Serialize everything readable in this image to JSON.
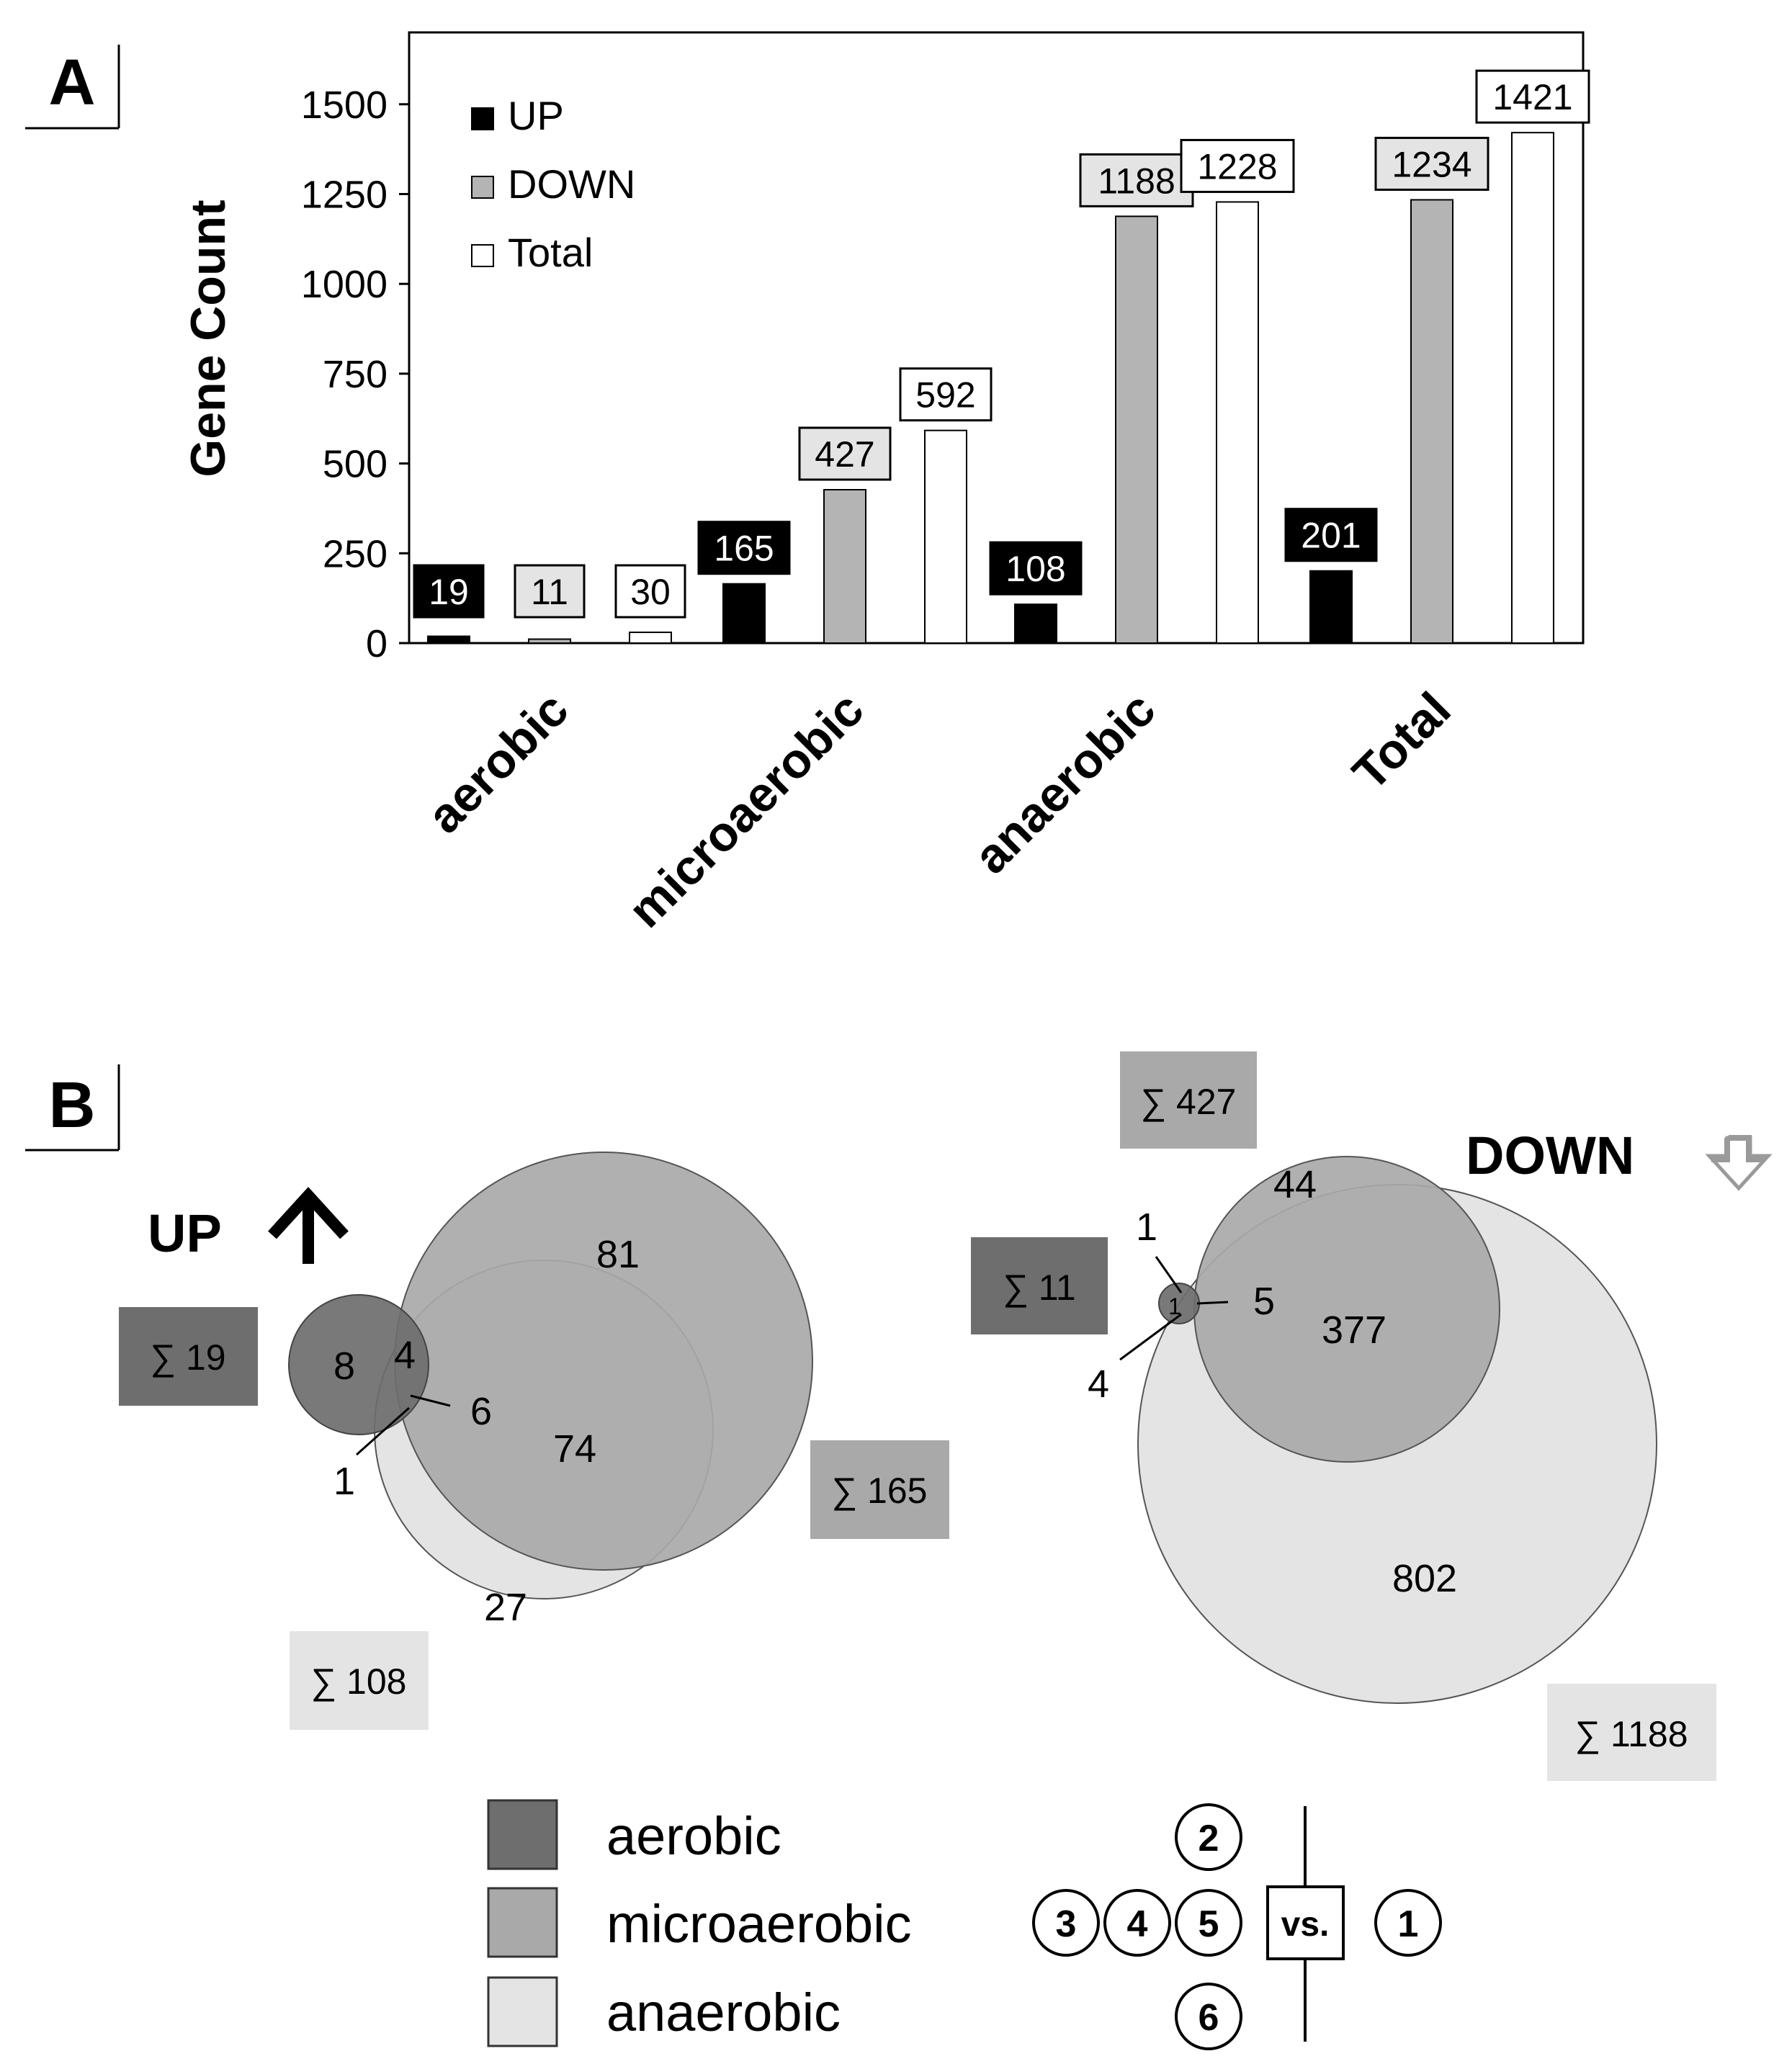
{
  "panel_a": {
    "letter": "A"
  },
  "panel_b": {
    "letter": "B"
  },
  "colors": {
    "up": "#000000",
    "down": "#b4b4b4",
    "total": "#ffffff",
    "aerobic": "#6e6e6e",
    "microaerobic": "#a9a9a9",
    "anaerobic": "#e4e4e4"
  },
  "chart_data": [
    {
      "type": "bar",
      "ylabel": "Gene Count",
      "xlabel": "",
      "ylim": [
        0,
        1700
      ],
      "yticks": [
        "0",
        "250",
        "500",
        "750",
        "1000",
        "1250",
        "1500"
      ],
      "categories": [
        "aerobic",
        "microaerobic",
        "anaerobic",
        "Total"
      ],
      "legend_position": "top-left",
      "series": [
        {
          "name": "UP",
          "values": [
            19,
            165,
            108,
            201
          ]
        },
        {
          "name": "DOWN",
          "values": [
            11,
            427,
            1188,
            1234
          ]
        },
        {
          "name": "Total",
          "values": [
            30,
            592,
            1228,
            1421
          ]
        }
      ],
      "data_labels": [
        [
          "19",
          "11",
          "30"
        ],
        [
          "165",
          "427",
          "592"
        ],
        [
          "108",
          "1188",
          "1228"
        ],
        [
          "201",
          "1234",
          "1421"
        ]
      ]
    },
    {
      "type": "venn",
      "title": "UP",
      "sets": [
        {
          "name": "aerobic",
          "sum_label": "∑ 19"
        },
        {
          "name": "microaerobic",
          "sum_label": "∑ 165"
        },
        {
          "name": "anaerobic",
          "sum_label": "∑ 108"
        }
      ],
      "regions": {
        "aerobic_only": "8",
        "aerobic_microaerobic": "4",
        "aerobic_microaerobic_anaerobic": "6",
        "aerobic_anaerobic": "1",
        "microaerobic_only": "81",
        "microaerobic_anaerobic": "74",
        "anaerobic_only": "27"
      }
    },
    {
      "type": "venn",
      "title": "DOWN",
      "sets": [
        {
          "name": "aerobic",
          "sum_label": "∑ 11"
        },
        {
          "name": "microaerobic",
          "sum_label": "∑ 427"
        },
        {
          "name": "anaerobic",
          "sum_label": "∑ 1188"
        }
      ],
      "regions": {
        "aerobic_only": "1",
        "aerobic_microaerobic": "1",
        "aerobic_microaerobic_anaerobic": "5",
        "aerobic_anaerobic": "4",
        "microaerobic_only": "44",
        "microaerobic_anaerobic": "377",
        "anaerobic_only": "802"
      }
    }
  ],
  "legend_b": {
    "items": [
      "aerobic",
      "microaerobic",
      "anaerobic"
    ]
  },
  "comparison": {
    "top": "2",
    "middle": [
      "3",
      "4",
      "5"
    ],
    "bottom": "6",
    "vs": "vs.",
    "reference": "1"
  }
}
